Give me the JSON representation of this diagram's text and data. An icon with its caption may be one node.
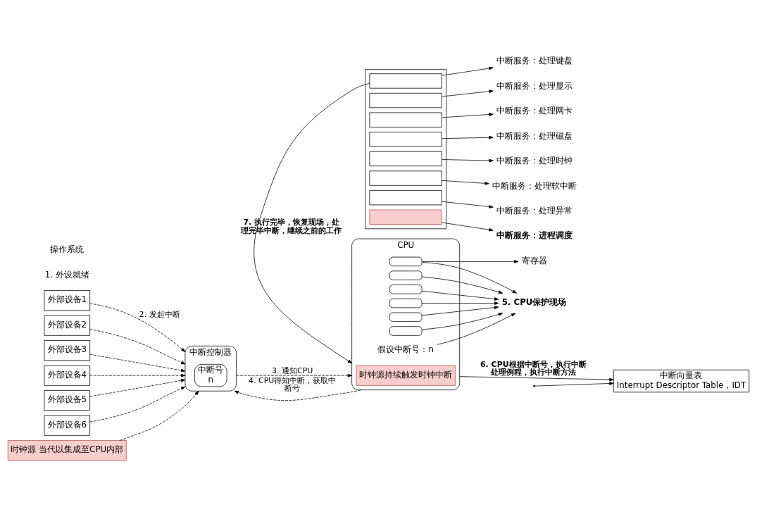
{
  "diagram": {
    "nodes": [
      {
        "text": [
          "外部设备1"
        ]
      },
      {
        "text": [
          "外部设备2"
        ]
      },
      {
        "text": [
          "外部设备3"
        ]
      },
      {
        "text": [
          "外部设备4"
        ]
      },
      {
        "text": [
          "外部设备5"
        ]
      },
      {
        "text": [
          "外部设备6"
        ]
      },
      {
        "text": [
          "时钟源 当代以集成至CPU内部"
        ]
      },
      {
        "text": [
          "中断控制器"
        ]
      },
      {
        "text": [
          "中断号",
          "n"
        ],
        "in": 7
      },
      {
        "text": [
          "CPU"
        ]
      },
      {
        "text": [],
        "shape": "box",
        "in": 9
      },
      {
        "text": [],
        "shape": "box",
        "in": 9
      },
      {
        "text": [],
        "shape": "box",
        "in": 9
      },
      {
        "text": [],
        "shape": "box",
        "in": 9
      },
      {
        "text": [],
        "shape": "box",
        "in": 9
      },
      {
        "text": [],
        "shape": "box",
        "in": 9
      },
      {
        "text": [
          "时钟源持续触发时钟中断"
        ],
        "in": 9
      },
      {
        "text": [
          "假设中断号：n"
        ],
        "in": 9
      },
      {
        "text": [
          "寄存器"
        ]
      },
      {
        "text": [
          "5. CPU保护现场"
        ]
      },
      {
        "text": [],
        "shape": "box"
      },
      {
        "text": [],
        "shape": "box",
        "in": 20
      },
      {
        "text": [],
        "shape": "box",
        "in": 20
      },
      {
        "text": [],
        "shape": "box",
        "in": 20
      },
      {
        "text": [],
        "shape": "box",
        "in": 20
      },
      {
        "text": [],
        "shape": "box",
        "in": 20
      },
      {
        "text": [],
        "shape": "box",
        "in": 20
      },
      {
        "text": [],
        "shape": "box",
        "in": 20
      },
      {
        "text": [],
        "shape": "box",
        "in": 20
      },
      {
        "text": [
          "中断服务：处理键盘"
        ]
      },
      {
        "text": [
          "中断服务：处理显示"
        ]
      },
      {
        "text": [
          "中断服务：处理网卡"
        ]
      },
      {
        "text": [
          "中断服务：处理磁盘"
        ]
      },
      {
        "text": [
          "中断服务：处理时钟"
        ]
      },
      {
        "text": [
          "中断服务：处理软中断"
        ]
      },
      {
        "text": [
          "中断服务：处理异常"
        ]
      },
      {
        "text": [
          "中断服务：进程调度"
        ]
      },
      {
        "text": [
          "中断向量表",
          "Interrupt Descriptor Table，IDT"
        ]
      }
    ],
    "edges": [
      {
        "from": 0,
        "to": 7,
        "arrow": "to",
        "label": "2. 发起中断",
        "style": "dashed"
      },
      {
        "from": 1,
        "to": 7,
        "arrow": "to",
        "style": "dashed"
      },
      {
        "from": 2,
        "to": 7,
        "arrow": "to",
        "style": "dashed"
      },
      {
        "from": 3,
        "to": 7,
        "arrow": "to",
        "style": "dashed"
      },
      {
        "from": 4,
        "to": 7,
        "arrow": "to",
        "style": "dashed"
      },
      {
        "from": 5,
        "to": 7,
        "arrow": "to",
        "style": "dashed"
      },
      {
        "from": 6,
        "to": 7,
        "arrow": "to",
        "style": "dashed"
      },
      {
        "from": 7,
        "to": 9,
        "arrow": "to",
        "label": "3. 通知CPU",
        "style": "dashed"
      },
      {
        "from": 9,
        "to": 7,
        "arrow": "to",
        "label": "4. CPU得知中断，获取中断号",
        "style": "dashed"
      },
      {
        "from": 10,
        "to": 18,
        "arrow": "to"
      },
      {
        "from": 10,
        "to": 19,
        "arrow": "to"
      },
      {
        "from": 11,
        "to": 19,
        "arrow": "to"
      },
      {
        "from": 12,
        "to": 19,
        "arrow": "to"
      },
      {
        "from": 13,
        "to": 19,
        "arrow": "to"
      },
      {
        "from": 14,
        "to": 19,
        "arrow": "to"
      },
      {
        "from": 15,
        "to": 19,
        "arrow": "to"
      },
      {
        "from": 17,
        "to": 19,
        "arrow": "to"
      },
      {
        "from": 9,
        "to": 37,
        "arrow": "to",
        "label": "6. CPU根据中断号，执行中断处理例程，执行中断方法"
      },
      {
        "from": 21,
        "to": 9,
        "arrow": "to",
        "label": "7. 执行完毕，恢复现场，处理完毕中断，继续之前的工作"
      },
      {
        "from": 21,
        "to": 29,
        "arrow": "to"
      },
      {
        "from": 22,
        "to": 30,
        "arrow": "to"
      },
      {
        "from": 23,
        "to": 31,
        "arrow": "to"
      },
      {
        "from": 24,
        "to": 32,
        "arrow": "to"
      },
      {
        "from": 25,
        "to": 33,
        "arrow": "to"
      },
      {
        "from": 26,
        "to": 34,
        "arrow": "to"
      },
      {
        "from": 27,
        "to": 35,
        "arrow": "to"
      },
      {
        "from": 28,
        "to": 36,
        "arrow": "to"
      },
      {
        "from": null,
        "to": 37,
        "arrow": "to"
      }
    ],
    "labels": [
      "1. 外设就绪",
      "操作系统"
    ]
  }
}
